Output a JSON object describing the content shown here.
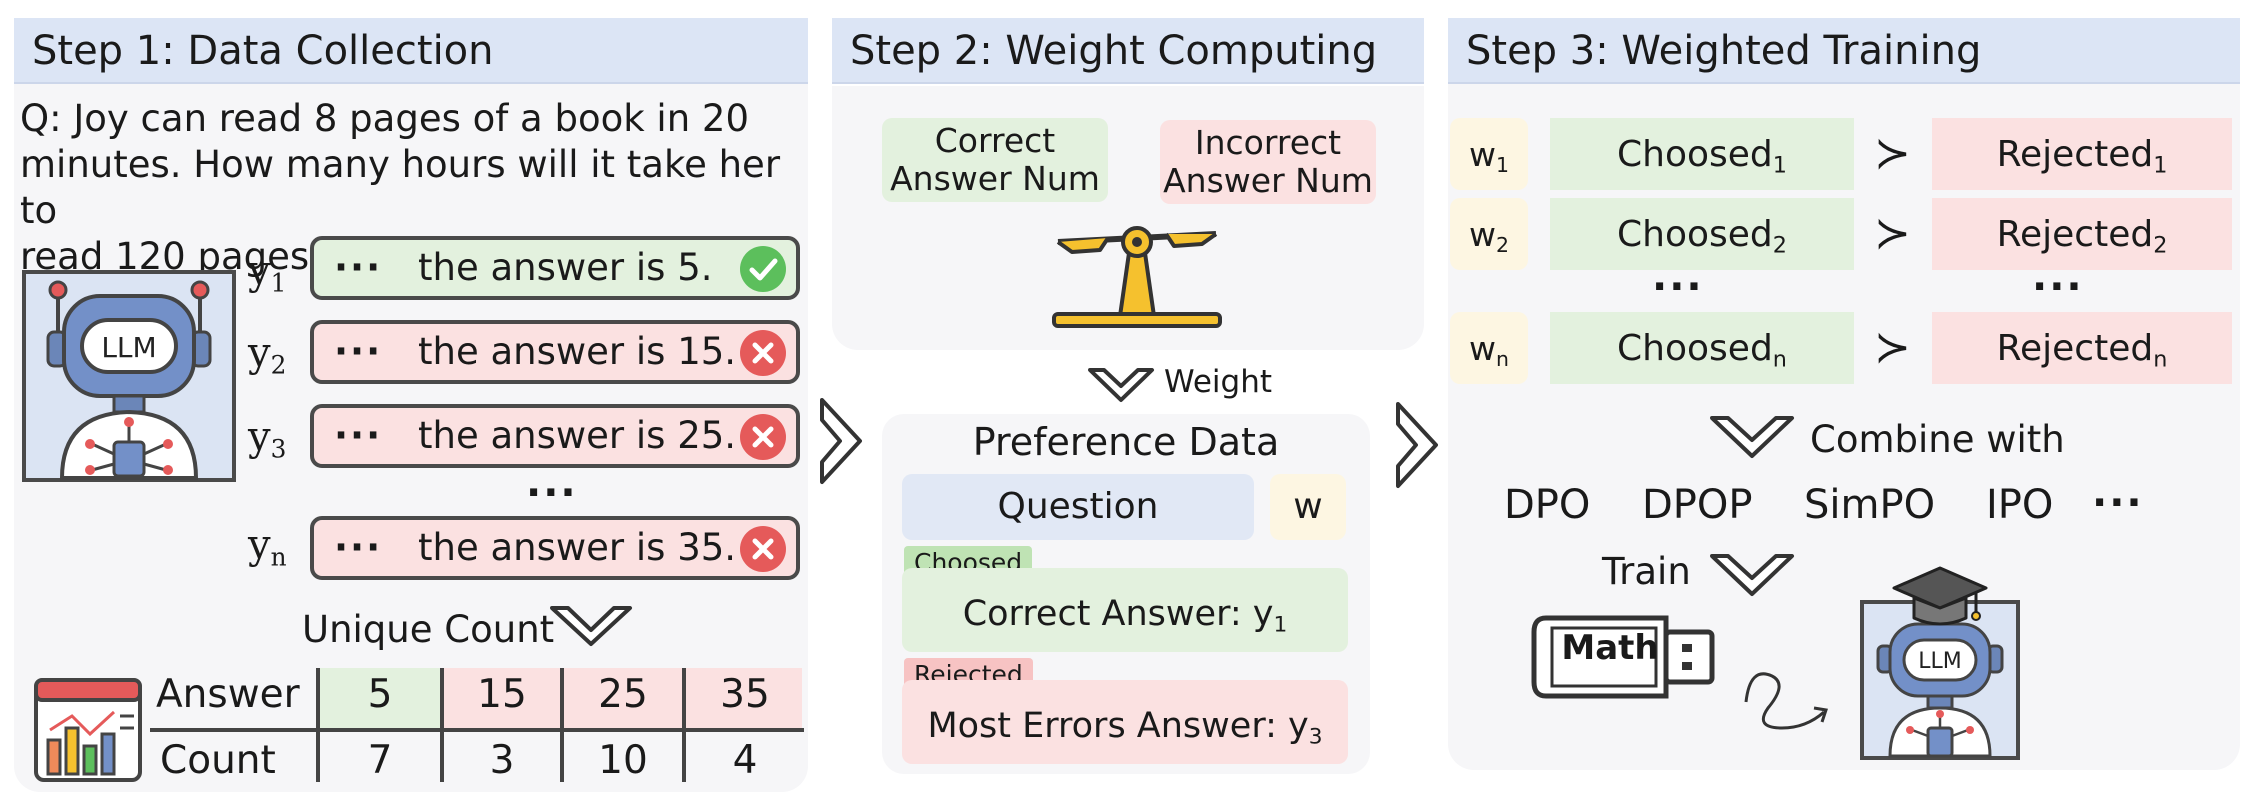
{
  "step1": {
    "title": "Step 1: Data Collection",
    "question_line1": "Q: Joy can read 8 pages of a book in 20",
    "question_line2": "minutes. How many hours will it take her to",
    "question_line3": "read 120 pages?",
    "robot_label": "LLM",
    "responses": [
      {
        "label": "y",
        "sub": "1",
        "prefix": "···",
        "text": "the answer is 5.",
        "status": "correct"
      },
      {
        "label": "y",
        "sub": "2",
        "prefix": "···",
        "text": "the answer is 15.",
        "status": "incorrect"
      },
      {
        "label": "y",
        "sub": "3",
        "prefix": "···",
        "text": "the answer is 25.",
        "status": "incorrect"
      },
      {
        "label": "y",
        "sub": "n",
        "prefix": "···",
        "text": "the answer is 35.",
        "status": "incorrect"
      }
    ],
    "ellipsis": "···",
    "unique_count_label": "Unique Count",
    "table": {
      "row1_header": "Answer",
      "row2_header": "Count",
      "answers": [
        "5",
        "15",
        "25",
        "35"
      ],
      "counts": [
        "7",
        "3",
        "10",
        "4"
      ]
    }
  },
  "step2": {
    "title": "Step 2: Weight Computing",
    "correct_line1": "Correct",
    "correct_line2": "Answer Num",
    "incorrect_line1": "Incorrect",
    "incorrect_line2": "Answer Num",
    "weight_label": "Weight",
    "preference_title": "Preference Data",
    "question_label": "Question",
    "w_label": "w",
    "choosed_tag": "Choosed",
    "correct_answer_text": "Correct Answer: y",
    "correct_answer_sub": "1",
    "rejected_tag": "Rejected",
    "errors_answer_text": "Most Errors Answer: y",
    "errors_answer_sub": "3"
  },
  "step3": {
    "title": "Step 3: Weighted Training",
    "rows": [
      {
        "w": "w",
        "w_sub": "1",
        "choosed": "Choosed",
        "choosed_sub": "1",
        "rejected": "Rejected",
        "rejected_sub": "1"
      },
      {
        "w": "w",
        "w_sub": "2",
        "choosed": "Choosed",
        "choosed_sub": "2",
        "rejected": "Rejected",
        "rejected_sub": "2"
      },
      {
        "w": "w",
        "w_sub": "n",
        "choosed": "Choosed",
        "choosed_sub": "n",
        "rejected": "Rejected",
        "rejected_sub": "n"
      }
    ],
    "prefer_symbol": "≻",
    "ellipsis": "···",
    "combine_label": "Combine with",
    "methods": [
      "DPO",
      "DPOP",
      "SimPO",
      "IPO",
      "···"
    ],
    "train_label": "Train",
    "usb_label": "Math",
    "robot_label": "LLM"
  },
  "colors": {
    "header_bg": "#dce5f5",
    "correct_bg": "#e3f1de",
    "incorrect_bg": "#fbe1e1",
    "weight_bg": "#fdf6e2",
    "question_bg": "#e1e8f5",
    "check_green": "#5cbf5c",
    "cross_red": "#e55a5a",
    "scale_yellow": "#f5c12e"
  }
}
